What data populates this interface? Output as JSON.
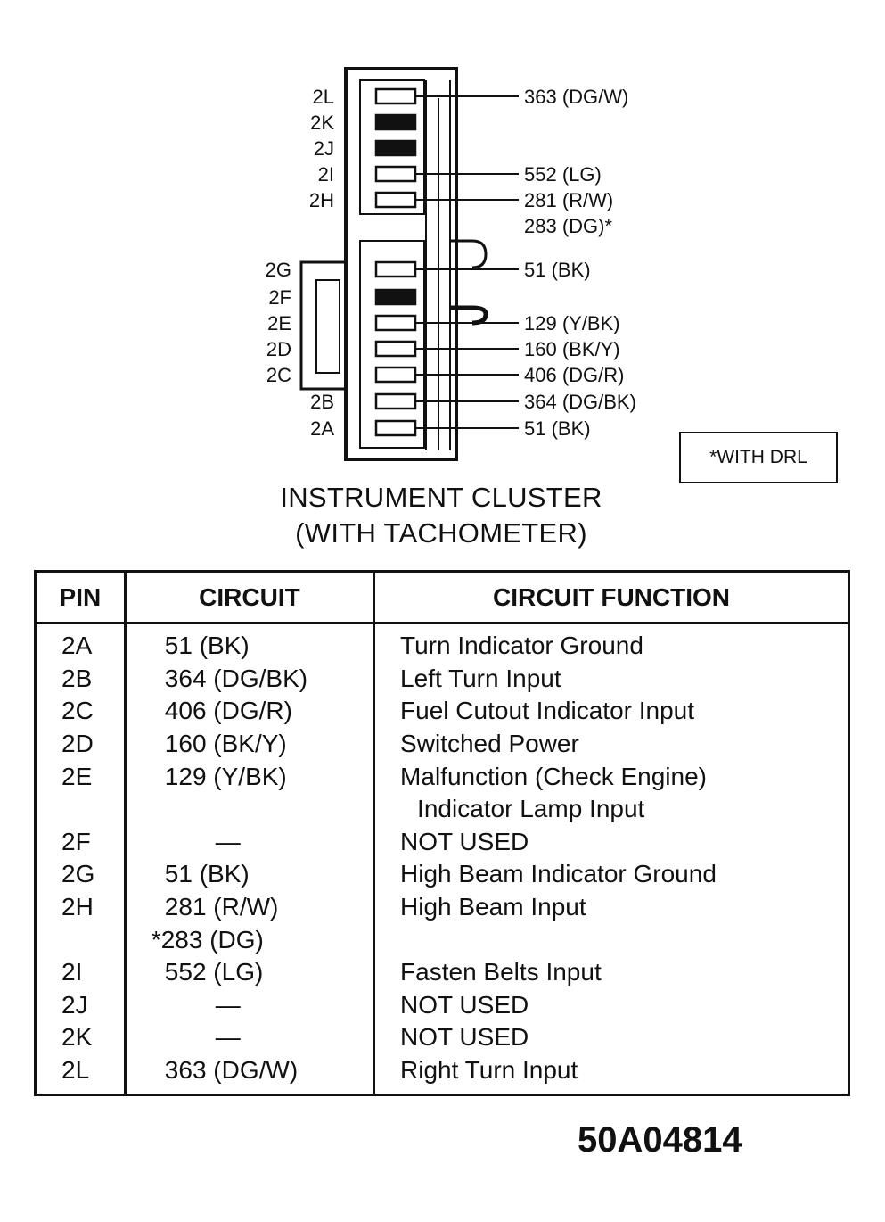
{
  "connector": {
    "upper_pins": [
      {
        "pin": "2L",
        "wire": "363 (DG/W)",
        "state": "open"
      },
      {
        "pin": "2K",
        "wire": "",
        "state": "filled"
      },
      {
        "pin": "2J",
        "wire": "",
        "state": "filled"
      },
      {
        "pin": "2I",
        "wire": "552 (LG)",
        "state": "open"
      },
      {
        "pin": "2H",
        "wire": "281 (R/W)",
        "state": "open"
      }
    ],
    "extra_wire": "283 (DG)*",
    "lower_pins": [
      {
        "pin": "2G",
        "wire": "51 (BK)",
        "state": "open"
      },
      {
        "pin": "2F",
        "wire": "",
        "state": "filled"
      },
      {
        "pin": "2E",
        "wire": "129 (Y/BK)",
        "state": "open"
      },
      {
        "pin": "2D",
        "wire": "160 (BK/Y)",
        "state": "open"
      },
      {
        "pin": "2C",
        "wire": "406 (DG/R)",
        "state": "open"
      },
      {
        "pin": "2B",
        "wire": "364 (DG/BK)",
        "state": "open"
      },
      {
        "pin": "2A",
        "wire": "51 (BK)",
        "state": "open"
      }
    ]
  },
  "note": "*WITH DRL",
  "title_line1": "INSTRUMENT CLUSTER",
  "title_line2": "(WITH TACHOMETER)",
  "table": {
    "headers": [
      "PIN",
      "CIRCUIT",
      "CIRCUIT FUNCTION"
    ],
    "rows": [
      {
        "pin": "2A",
        "circuit": "51 (BK)",
        "function": "Turn Indicator Ground"
      },
      {
        "pin": "2B",
        "circuit": "364 (DG/BK)",
        "function": "Left Turn Input"
      },
      {
        "pin": "2C",
        "circuit": "406 (DG/R)",
        "function": "Fuel Cutout Indicator Input"
      },
      {
        "pin": "2D",
        "circuit": "160 (BK/Y)",
        "function": "Switched Power"
      },
      {
        "pin": "2E",
        "circuit": "129 (Y/BK)",
        "function": "Malfunction (Check Engine)"
      },
      {
        "pin": "",
        "circuit": "",
        "function": "Indicator Lamp Input"
      },
      {
        "pin": "2F",
        "circuit": "—",
        "function": "NOT USED"
      },
      {
        "pin": "2G",
        "circuit": "51 (BK)",
        "function": "High Beam Indicator Ground"
      },
      {
        "pin": "2H",
        "circuit": "281 (R/W)",
        "function": "High Beam Input"
      },
      {
        "pin": "",
        "circuit": "*283 (DG)",
        "function": ""
      },
      {
        "pin": "2I",
        "circuit": "552 (LG)",
        "function": "Fasten Belts Input"
      },
      {
        "pin": "2J",
        "circuit": "—",
        "function": "NOT USED"
      },
      {
        "pin": "2K",
        "circuit": "—",
        "function": "NOT USED"
      },
      {
        "pin": "2L",
        "circuit": "363 (DG/W)",
        "function": "Right Turn Input"
      }
    ]
  },
  "figure_code": "50A04814"
}
